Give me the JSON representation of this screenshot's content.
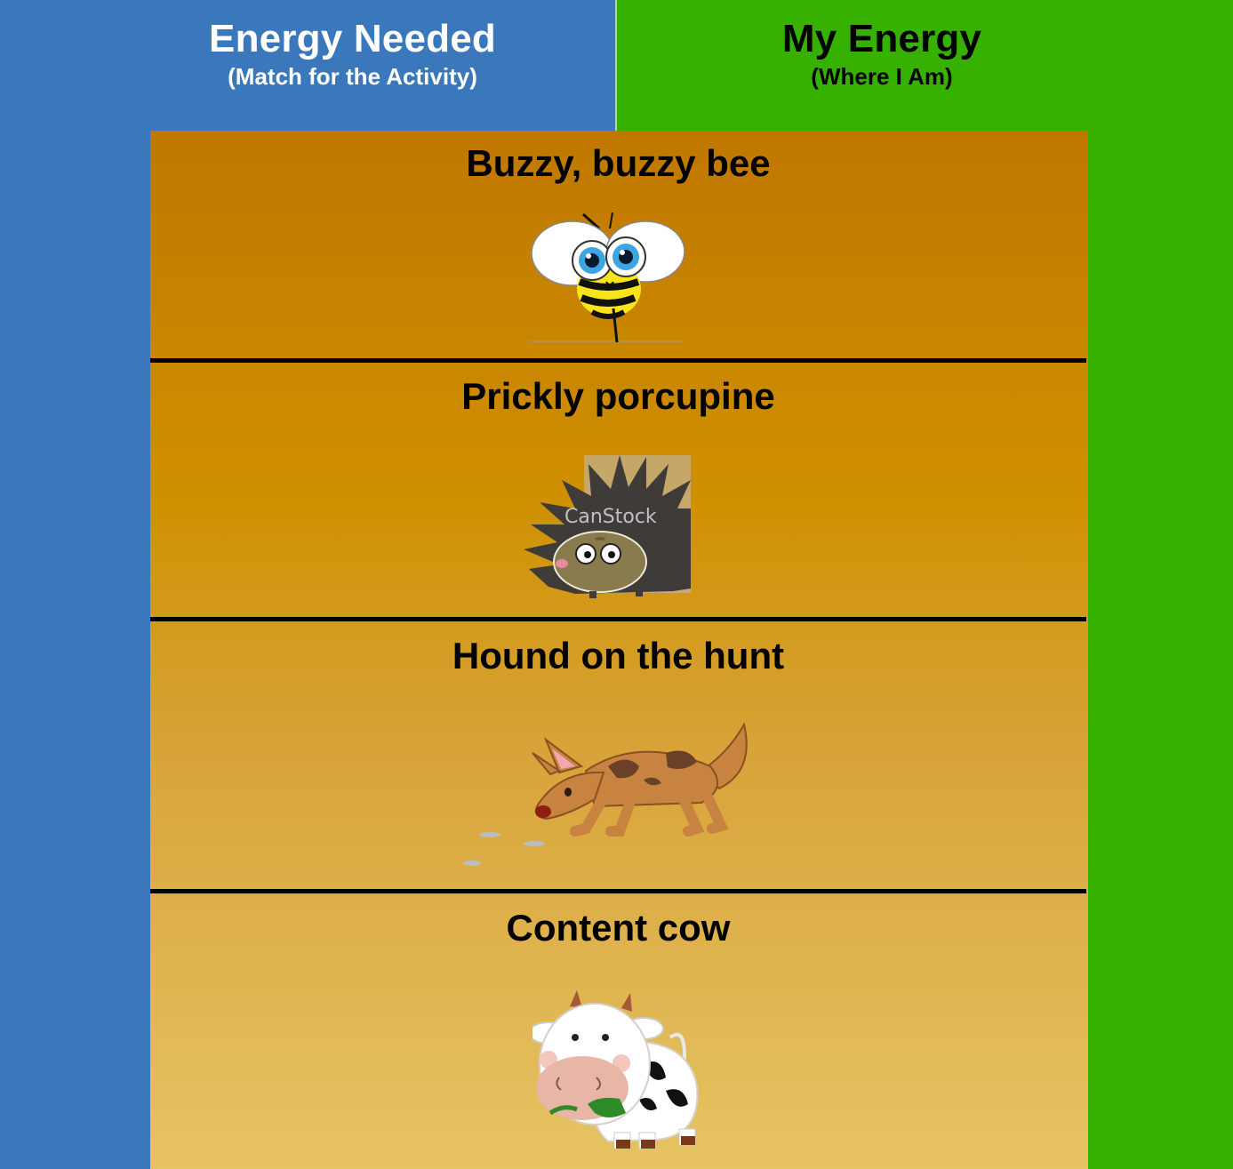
{
  "header": {
    "left": {
      "title": "Energy Needed",
      "subtitle": "(Match for the Activity)",
      "background": "#3a78bb"
    },
    "right": {
      "title": "My Energy",
      "subtitle": "(Where I Am)",
      "background": "#37b100"
    }
  },
  "levels": [
    {
      "label": "Buzzy, buzzy bee",
      "icon": "bee-icon"
    },
    {
      "label": "Prickly porcupine",
      "icon": "porcupine-icon",
      "watermark": "CanStock"
    },
    {
      "label": "Hound on the hunt",
      "icon": "hound-icon"
    },
    {
      "label": "Content cow",
      "icon": "cow-icon"
    }
  ]
}
